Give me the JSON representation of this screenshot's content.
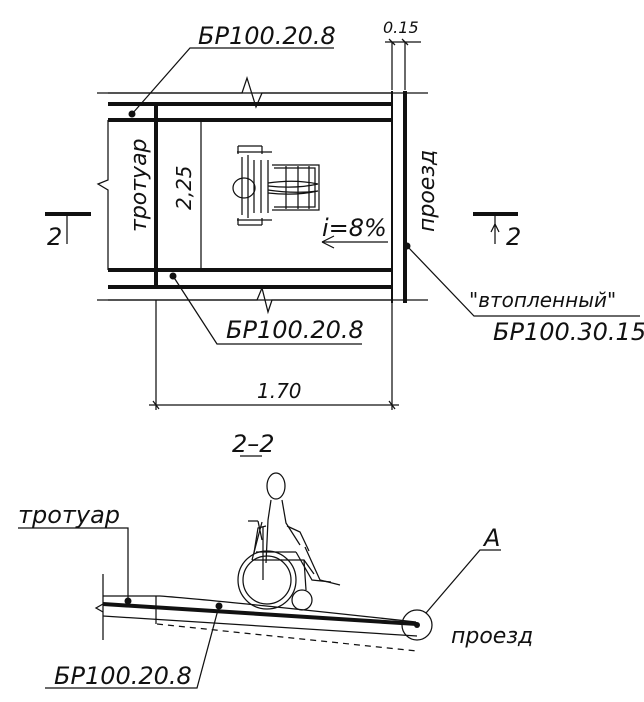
{
  "labels": {
    "top_left_curb": "БР100.20.8",
    "top_right_dim": "0.15",
    "sidewalk_top": "тротуар",
    "height_dim": "2,25",
    "driveway_top": "проезд",
    "slope": "i=8%",
    "section_mark_left": "2",
    "section_mark_right": "2",
    "bottom_curb_top": "БР100.20.8",
    "sunken_quote": "\"втопленный\"",
    "right_curb": "БР100.30.15",
    "width_dim": "1.70",
    "section_title": "2–2",
    "sidewalk_bottom": "тротуар",
    "point_a": "A",
    "driveway_bottom": "проезд",
    "bottom_curb": "БР100.20.8"
  }
}
